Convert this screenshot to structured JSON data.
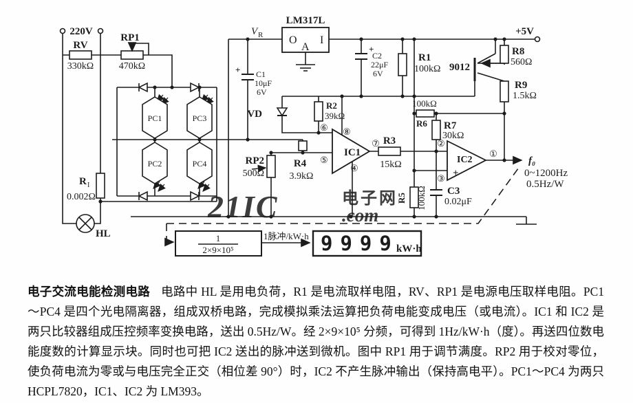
{
  "watermark": {
    "brand": "21IC",
    "suffix": ".com",
    "site": "电子网",
    "pink": "#eeaab0",
    "blue": "#9aa2d2"
  },
  "schematic": {
    "ac_input": "220V",
    "vcc": "+5V",
    "rv": {
      "ref": "RV",
      "val": "330kΩ"
    },
    "rp1": {
      "ref": "RP1",
      "val": "470kΩ"
    },
    "vr": {
      "v": "V",
      "sub": "R"
    },
    "lm317": {
      "name": "LM317L",
      "pin_o": "O",
      "pin_a": "A",
      "pin_i": "I"
    },
    "c1": {
      "ref": "C1",
      "val": "10μF",
      "volt": "6V"
    },
    "c2": {
      "ref": "C2",
      "val": "22μF",
      "volt": "6V",
      "plus": "+"
    },
    "vd": {
      "ref": "VD"
    },
    "r2": {
      "ref": "R2",
      "val": "39kΩ"
    },
    "pc1": "PC1",
    "pc2": "PC2",
    "pc3": "PC3",
    "pc4": "PC4",
    "ri": {
      "r": "R",
      "sub": "I",
      "val": "0.002Ω"
    },
    "hl": "HL",
    "ic1": {
      "name": "IC1",
      "pin6": "⑥",
      "pin5": "⑤",
      "pin8": "⑧",
      "pin4": "④",
      "pin7": "⑦"
    },
    "rp2": {
      "ref": "RP2",
      "val": "500Ω"
    },
    "r4": {
      "ref": "R4",
      "val": "3.9kΩ"
    },
    "r3": {
      "ref": "R3",
      "val": "15kΩ"
    },
    "r6": {
      "ref": "R6",
      "val": "100kΩ"
    },
    "r7": {
      "ref": "R7",
      "val": "30kΩ"
    },
    "r5": {
      "ref": "R5",
      "val": "100kΩ"
    },
    "c3": {
      "ref": "C3",
      "val": "0.02μF"
    },
    "r1": {
      "ref": "R1",
      "val": "100kΩ"
    },
    "q1": "9012",
    "r8": {
      "ref": "R8",
      "val": "560Ω"
    },
    "r9": {
      "ref": "R9",
      "val": "1.5kΩ"
    },
    "ic2": {
      "name": "IC2",
      "pin2": "②",
      "pin3": "③",
      "pin1": "①",
      "plus": "+"
    },
    "output": {
      "f": "f₀",
      "range": "0~1200Hz",
      "rate": "0.5Hz/W"
    },
    "divider": {
      "num": "1",
      "den": "2×9×10⁵"
    },
    "pulse_label": "1脉冲/kW·h",
    "display": {
      "digits": "9999",
      "unit": "kW·h"
    }
  },
  "description": {
    "title": "电子交流电能检测电路",
    "body": "电路中 HL 是用电负荷，R1 是电流取样电阻，RV、RP1 是电源电压取样电阻。PC1～PC4 是四个光电隔离器，组成双桥电路，完成模拟乘法运算把负荷电能变成电压（或电流）。IC1 和 IC2 是两只比较器组成压控频率变换电路，送出 0.5Hz/W。经 2×9×10⁵ 分频，可得到 1Hz/kW·h（度）。再送四位数电能度数的计算显示块。同时也可把 IC2 送出的脉冲送到微机。图中 RP1 用于调节满度。RP2 用于校对零位，使负荷电流为零或与电压完全正交（相位差 90°）时，IC2 不产生脉冲输出（保持高电平）。PC1～PC4 为两只 HCPL7820，IC1、IC2 为 LM393。"
  }
}
